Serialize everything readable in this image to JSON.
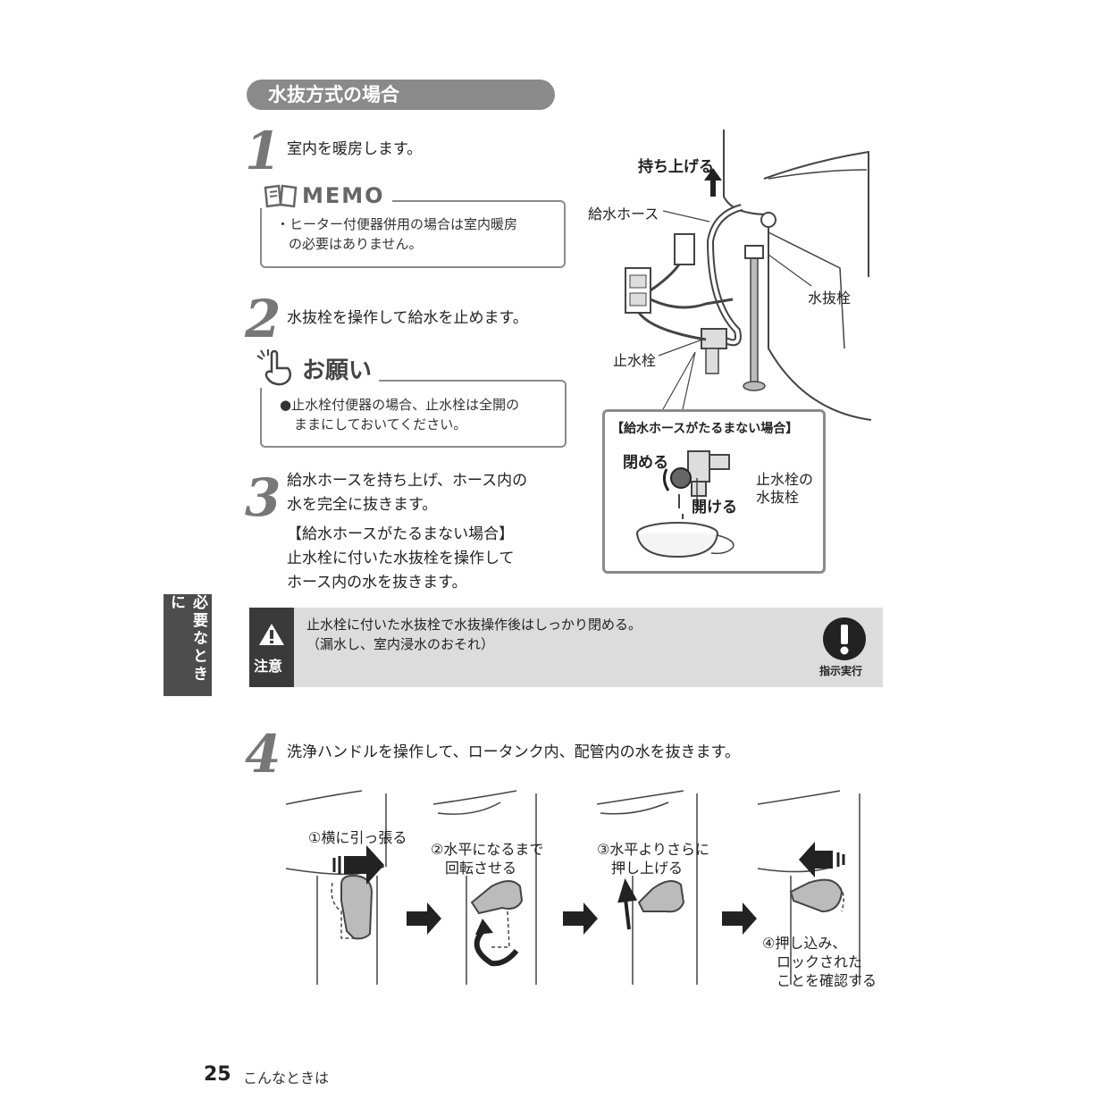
{
  "section": {
    "title": "水抜方式の場合"
  },
  "steps": [
    {
      "num": "1",
      "text": "室内を暖房します。"
    },
    {
      "num": "2",
      "text": "水抜栓を操作して給水を止めます。"
    },
    {
      "num": "3",
      "lines": [
        "給水ホースを持ち上げ、ホース内の",
        "水を完全に抜きます。"
      ],
      "sub": [
        "【給水ホースがたるまない場合】",
        "止水栓に付いた水抜栓を操作して",
        "ホース内の水を抜きます。"
      ]
    },
    {
      "num": "4",
      "text": "洗浄ハンドルを操作して、ロータンク内、配管内の水を抜きます。"
    }
  ],
  "memo": {
    "heading": "MEMO",
    "lines": [
      "・ヒーター付便器併用の場合は室内暖房",
      "の必要はありません。"
    ]
  },
  "request": {
    "heading": "お願い",
    "lines": [
      "●止水栓付便器の場合、止水栓は全開の",
      "ままにしておいてください。"
    ]
  },
  "figure1": {
    "lift": "持ち上げる",
    "hose": "給水ホース",
    "drain_valve": "水抜栓",
    "stop_valve": "止水栓",
    "inset_title": "【給水ホースがたるまない場合】",
    "close": "閉める",
    "open": "開ける",
    "stop_drain": [
      "止水栓の",
      "水抜栓"
    ]
  },
  "caution": {
    "label": "注意",
    "lines": [
      "止水栓に付いた水抜栓で水抜操作後はしっかり閉める。",
      "（漏水し、室内浸水のおそれ）"
    ],
    "instruction": "指示実行"
  },
  "sidetab": "必要なときに",
  "handle_steps": [
    {
      "lines": [
        "①横に引っ張る"
      ]
    },
    {
      "lines": [
        "②水平になるまで",
        "回転させる"
      ]
    },
    {
      "lines": [
        "③水平よりさらに",
        "押し上げる"
      ]
    },
    {
      "lines": [
        "④押し込み、",
        "ロックされた",
        "ことを確認する"
      ]
    }
  ],
  "footer": {
    "page": "25",
    "title": "こんなときは"
  }
}
